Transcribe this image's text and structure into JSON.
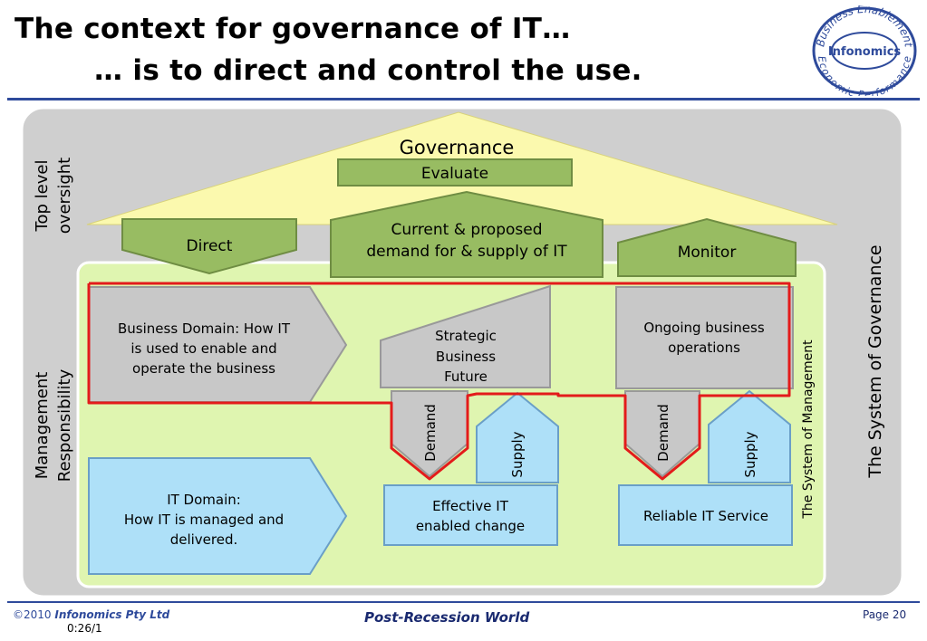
{
  "title": {
    "line1": "The context for governance of IT…",
    "line2": "… is to direct and control the use."
  },
  "logo": {
    "top_text": "Business Enablement",
    "center_text": "Infonomics",
    "bottom_text": "Economic Performance"
  },
  "diagram": {
    "governance": "Governance",
    "evaluate": "Evaluate",
    "direct": "Direct",
    "monitor": "Monitor",
    "current_proposed": [
      "Current & proposed",
      "demand for & supply of IT"
    ],
    "top_level_oversight": [
      "Top level",
      "oversight"
    ],
    "management_responsibility": [
      "Management",
      "Responsibility"
    ],
    "system_of_governance": "The System of Governance",
    "system_of_management": "The System of Management",
    "business_domain": [
      "Business Domain: How IT",
      "is used to enable and",
      "operate the business"
    ],
    "strategic_future": [
      "Strategic",
      "Business",
      "Future"
    ],
    "ongoing_operations": [
      "Ongoing business",
      "operations"
    ],
    "demand": "Demand",
    "supply": "Supply",
    "it_domain": [
      "IT Domain:",
      "How IT is managed and",
      "delivered."
    ],
    "effective_change": [
      "Effective IT",
      "enabled change"
    ],
    "reliable_service": "Reliable IT Service"
  },
  "footer": {
    "copyright": "©2010",
    "company": "Infonomics Pty Ltd",
    "center": "Post-Recession World",
    "page": "Page 20",
    "code": "0:26/1"
  },
  "colors": {
    "title_rule": "#2e4a9b",
    "outer_panel": "#cfcfcf",
    "inner_panel": "#dff5b0",
    "roof": "#fbf9ae",
    "green_box": "#98bc62",
    "grey_box": "#c8c8c8",
    "blue_box": "#aee0f8",
    "red_line": "#e31b1b"
  }
}
